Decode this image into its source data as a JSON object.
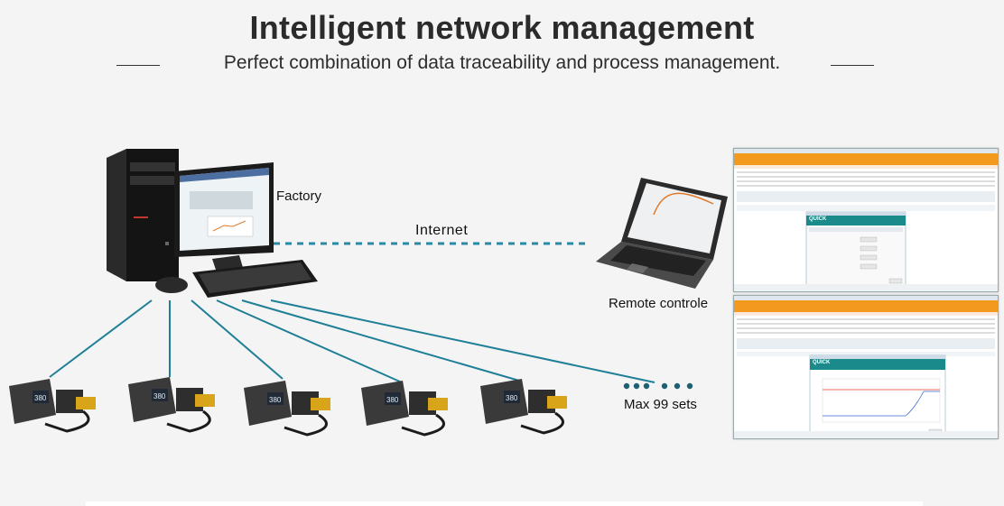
{
  "header": {
    "title": "Intelligent network management",
    "subtitle": "Perfect combination of data traceability and process management."
  },
  "diagram": {
    "factory_label": "Factory",
    "internet_label": "Internet",
    "remote_label": "Remote controle",
    "max_sets_label": "Max 99 sets",
    "station_display_value": "380",
    "software_brand": "QUICK",
    "colors": {
      "connector_blue": "#1f7f96",
      "dashed_internet": "#2a8aa6",
      "red_line": "#e03a2a",
      "app_orange": "#f39a1e",
      "app_teal": "#1a8a8a"
    }
  }
}
